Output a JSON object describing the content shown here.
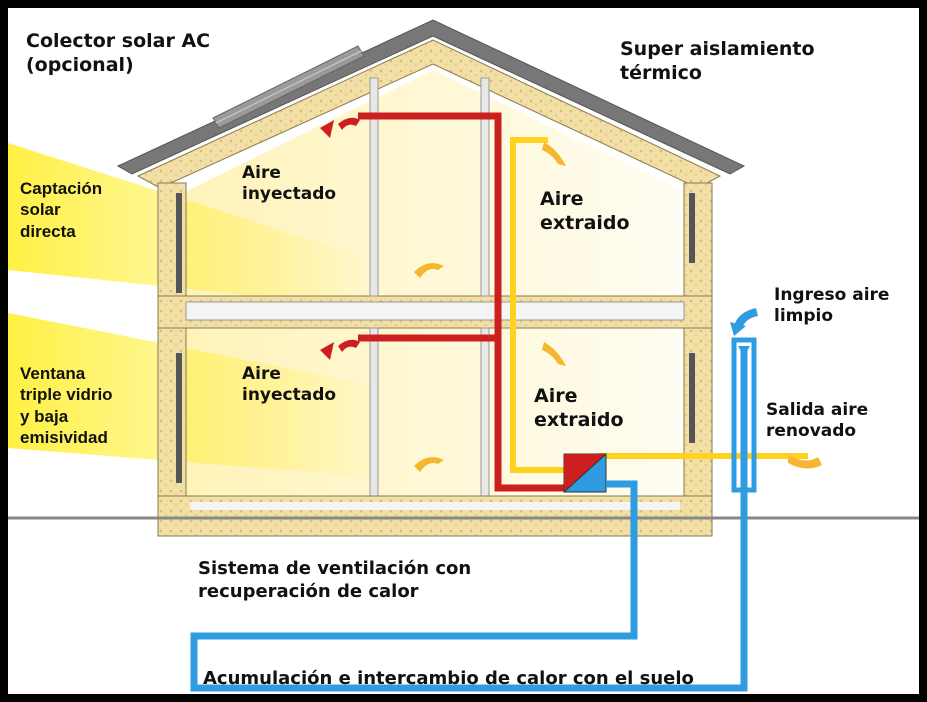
{
  "labels": {
    "colector_solar": [
      "Colector solar AC",
      "(opcional)"
    ],
    "super_aislamiento": [
      "Super aislamiento",
      "térmico"
    ],
    "captacion_solar": [
      "Captación",
      "solar",
      "directa"
    ],
    "ventana": [
      "Ventana",
      "triple vidrio",
      "y baja",
      "emisividad"
    ],
    "aire_inyectado_top": [
      "Aire",
      "inyectado"
    ],
    "aire_extraido_top": [
      "Aire",
      "extraido"
    ],
    "aire_inyectado_bottom": [
      "Aire",
      "inyectado"
    ],
    "aire_extraido_bottom": [
      "Aire",
      "extraido"
    ],
    "ingreso_aire": [
      "Ingreso aire",
      "limpio"
    ],
    "salida_aire": [
      "Salida aire",
      "renovado"
    ],
    "sistema_ventilacion": [
      "Sistema de ventilación con",
      "recuperación de calor"
    ],
    "acumulacion": "Acumulación e intercambio de calor con el suelo"
  },
  "colors": {
    "insulation": "#f2deA0",
    "sunlight": "#ffee33",
    "supply_duct": "#cc1f1f",
    "extract_duct": "#ffd21f",
    "fresh_air_duct": "#2f9be0",
    "interior_air": "#f5b731",
    "ground_line": "#888888"
  }
}
